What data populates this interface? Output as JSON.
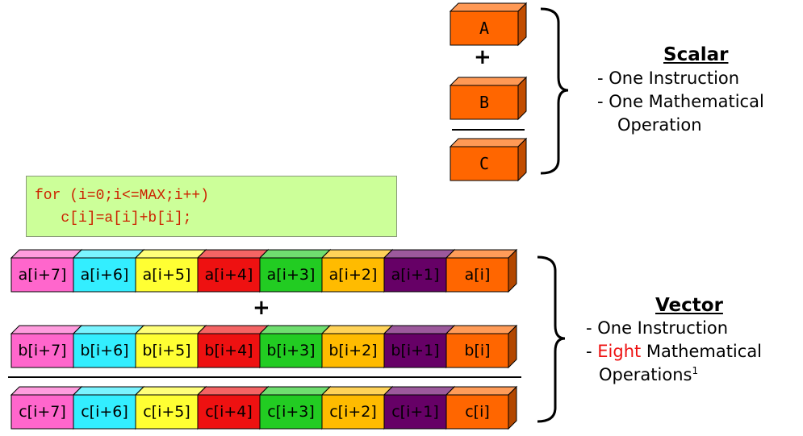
{
  "scalar": {
    "operand_a": "A",
    "plus": "+",
    "operand_b": "B",
    "result": "C",
    "title": "Scalar",
    "line1": "- One Instruction",
    "line2": "- One Mathematical",
    "line3": "Operation"
  },
  "code": {
    "line1": "for (i=0;i<=MAX;i++)",
    "line2": "   c[i]=a[i]+b[i];"
  },
  "vector": {
    "plus": "+",
    "title": "Vector",
    "line1": "- One Instruction",
    "line2_prefix": "- ",
    "line2_highlight": "Eight",
    "line2_suffix": " Mathematical",
    "line3": "Operations",
    "line3_sup": "1",
    "rows": [
      [
        "a[i+7]",
        "a[i+6]",
        "a[i+5]",
        "a[i+4]",
        "a[i+3]",
        "a[i+2]",
        "a[i+1]",
        "a[i]"
      ],
      [
        "b[i+7]",
        "b[i+6]",
        "b[i+5]",
        "b[i+4]",
        "b[i+3]",
        "b[i+2]",
        "b[i+1]",
        "b[i]"
      ],
      [
        "c[i+7]",
        "c[i+6]",
        "c[i+5]",
        "c[i+4]",
        "c[i+3]",
        "c[i+2]",
        "c[i+1]",
        "c[i]"
      ]
    ]
  },
  "colors": {
    "lane_colors": [
      "#ff66cc",
      "#33eeff",
      "#ffff33",
      "#ee1111",
      "#22cc22",
      "#ffbb00",
      "#660066",
      "#ff6600"
    ],
    "scalar_block": "#ff6600",
    "code_bg": "#ccff99",
    "code_text": "#cc2200",
    "highlight": "#ee1111"
  }
}
